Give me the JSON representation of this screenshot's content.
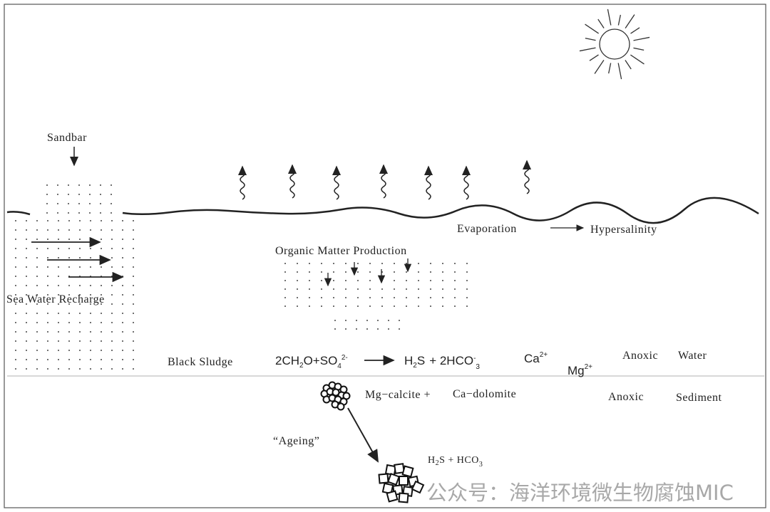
{
  "labels": {
    "sandbar": "Sandbar",
    "sea_water_recharge": "Sea Water Recharge",
    "evaporation": "Evaporation",
    "hypersalinity": "Hypersalinity",
    "organic_matter_production": "Organic Matter Production",
    "black_sludge": "Black Sludge",
    "anoxic_water": [
      "Anoxic",
      "Water"
    ],
    "anoxic_sediment": [
      "Anoxic",
      "Sediment"
    ],
    "mg_calcite": "Mg−calcite +",
    "ca_dolomite": "Ca−dolomite",
    "ageing": "“Ageing”"
  },
  "equation": {
    "lhs": [
      "2CH",
      "2",
      "O+SO",
      "4",
      "2-"
    ],
    "rhs": [
      "H",
      "2",
      "S",
      "+ 2HCO",
      "-",
      "3"
    ]
  },
  "ions": {
    "ca": [
      "Ca",
      "2+"
    ],
    "mg": [
      "Mg",
      "2+"
    ]
  },
  "bottom_products": [
    "H",
    "2",
    "S + HCO",
    "3"
  ],
  "watermark": "公众号：海洋环境微生物腐蚀MIC",
  "colors": {
    "ink": "#222222",
    "watermark": "#9a9a9a"
  }
}
